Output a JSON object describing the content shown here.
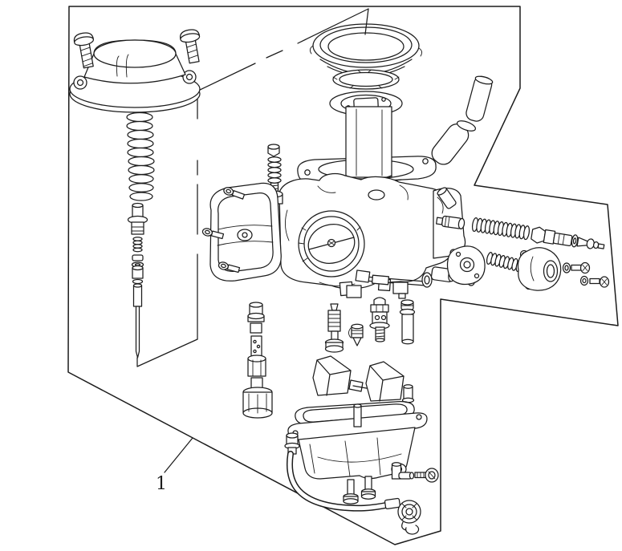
{
  "figure": {
    "type": "exploded-parts-diagram",
    "subject": "Carburetor assembly",
    "background_color": "#ffffff",
    "line_color": "#1c1c1c",
    "callout": {
      "label": "1"
    }
  },
  "parts": [
    "frame-border",
    "inset-panel-frame",
    "top-cover",
    "cover-screw-left",
    "cover-screw-right",
    "main-spring",
    "jet-needle-assembly",
    "diaphragm-cover",
    "diaphragm-ring",
    "throttle-slide",
    "vent-hose",
    "body-top-flange",
    "carburetor-body",
    "idle-screw",
    "body-side-cover",
    "side-cover-screws",
    "fuel-pipe",
    "starter-jet",
    "choke-spring",
    "enrichment-valve",
    "starter-plate",
    "starter-spring",
    "choke-cover",
    "choke-washers-screws",
    "pilot-jet",
    "float-needle-valve",
    "float-valve-seat",
    "plug-cap",
    "needle-jet-set",
    "float-left",
    "float-right",
    "float-hinge",
    "bowl-gasket",
    "float-bowl",
    "bowl-screws",
    "drain-nipple",
    "overflow-elbow",
    "drain-screw",
    "drain-hose",
    "hose-clamp-ring",
    "callout-1"
  ]
}
